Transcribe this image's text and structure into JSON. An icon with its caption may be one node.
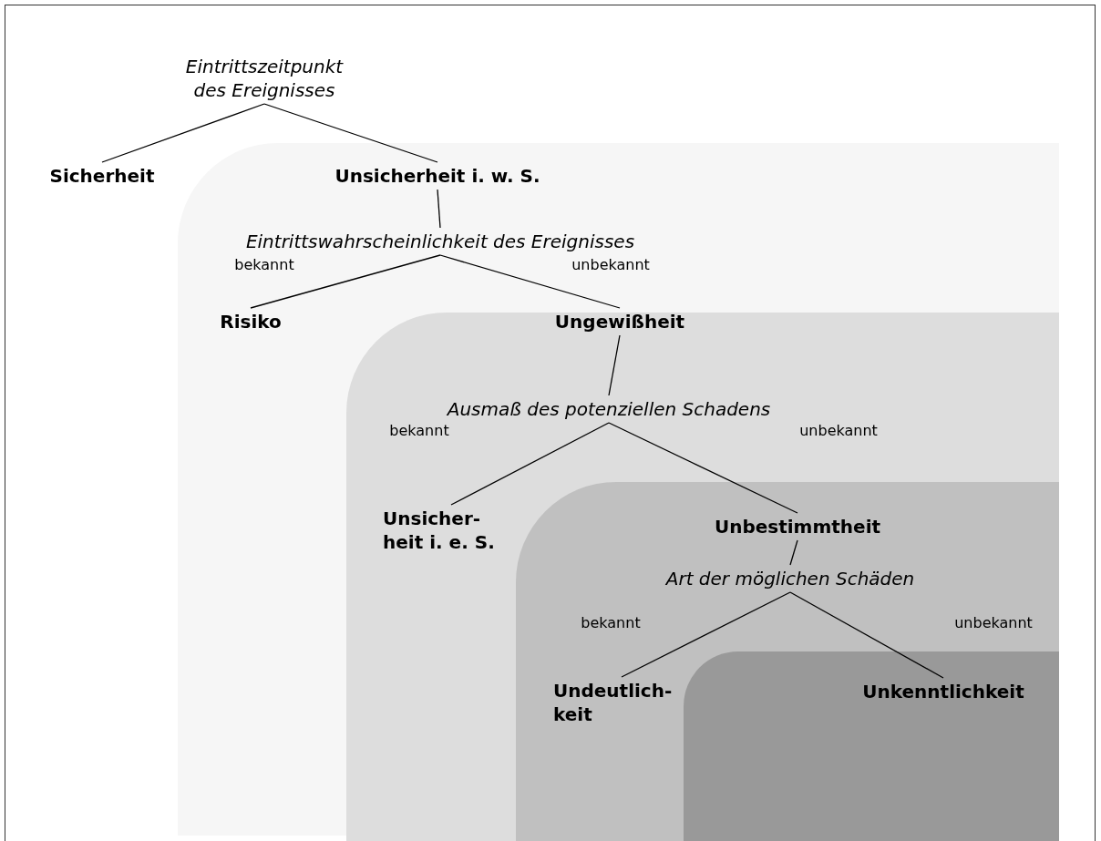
{
  "diagram": {
    "nodes": [
      {
        "text": [
          "Eintrittszeitpunkt des Ereignisses"
        ]
      },
      {
        "text": [
          "Sicherheit"
        ]
      },
      {
        "text": [],
        "shape": "box"
      },
      {
        "text": [
          "Unsicherheit i. w. S."
        ],
        "in": 2
      },
      {
        "text": [
          "Eintrittswahrscheinlichkeit des Ereignisses"
        ],
        "in": 2
      },
      {
        "text": [
          "Risiko"
        ],
        "in": 2
      },
      {
        "text": [],
        "shape": "box",
        "in": 2
      },
      {
        "text": [
          "Ungewißheit"
        ],
        "in": 6
      },
      {
        "text": [
          "Ausmaß des potenziellen Schadens"
        ],
        "in": 6
      },
      {
        "text": [
          "Unsicher- heit i. e. S."
        ],
        "in": 6
      },
      {
        "text": [],
        "shape": "box",
        "in": 6
      },
      {
        "text": [
          "Unbestimmtheit"
        ],
        "in": 10
      },
      {
        "text": [
          "Art der möglichen Schäden"
        ],
        "in": 10
      },
      {
        "text": [
          "Undeutlich- keit"
        ],
        "in": 10
      },
      {
        "text": [],
        "shape": "box",
        "in": 10
      },
      {
        "text": [
          "Unkenntlichkeit"
        ],
        "in": 14
      }
    ],
    "edges": [
      {
        "from": 0,
        "to": 1,
        "arrow": "none"
      },
      {
        "from": 0,
        "to": 3,
        "arrow": "none"
      },
      {
        "from": 3,
        "to": 4,
        "arrow": "none"
      },
      {
        "from": 4,
        "to": 5,
        "arrow": "none",
        "label": "bekannt"
      },
      {
        "from": 4,
        "to": 7,
        "arrow": "none",
        "label": "unbekannt"
      },
      {
        "from": 7,
        "to": 8,
        "arrow": "none"
      },
      {
        "from": 8,
        "to": 9,
        "arrow": "none",
        "label": "bekannt"
      },
      {
        "from": 8,
        "to": 11,
        "arrow": "none",
        "label": "unbekannt"
      },
      {
        "from": 11,
        "to": 12,
        "arrow": "none"
      },
      {
        "from": 12,
        "to": 13,
        "arrow": "none",
        "label": "bekannt"
      },
      {
        "from": 12,
        "to": 15,
        "arrow": "none",
        "label": "unbekannt"
      }
    ]
  }
}
